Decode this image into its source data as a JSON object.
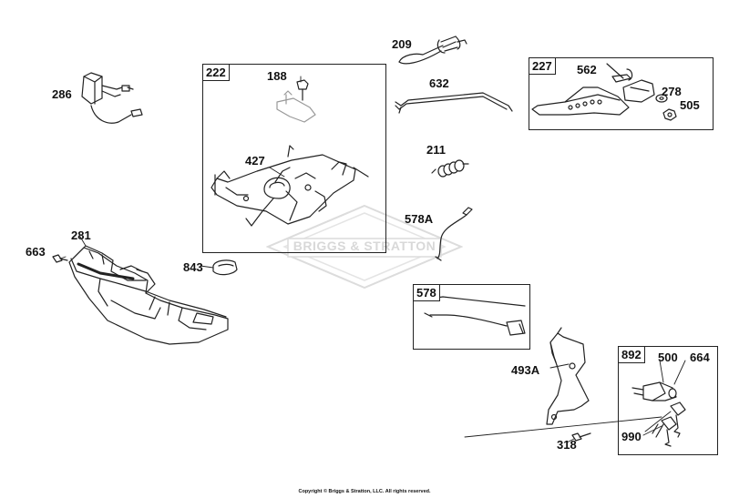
{
  "watermark": {
    "text": "BRIGGS & STRATTON"
  },
  "footer": {
    "copyright": "Copyright © Briggs & Stratton, LLC. All rights reserved."
  },
  "boxes": {
    "b222": "222",
    "b227": "227",
    "b578": "578",
    "b892": "892"
  },
  "parts": {
    "p286": "286",
    "p188": "188",
    "p427": "427",
    "p209": "209",
    "p632": "632",
    "p562": "562",
    "p278": "278",
    "p505": "505",
    "p211": "211",
    "p578A": "578A",
    "p281": "281",
    "p663": "663",
    "p843": "843",
    "p493A": "493A",
    "p318": "318",
    "p500": "500",
    "p664": "664",
    "p990": "990"
  }
}
